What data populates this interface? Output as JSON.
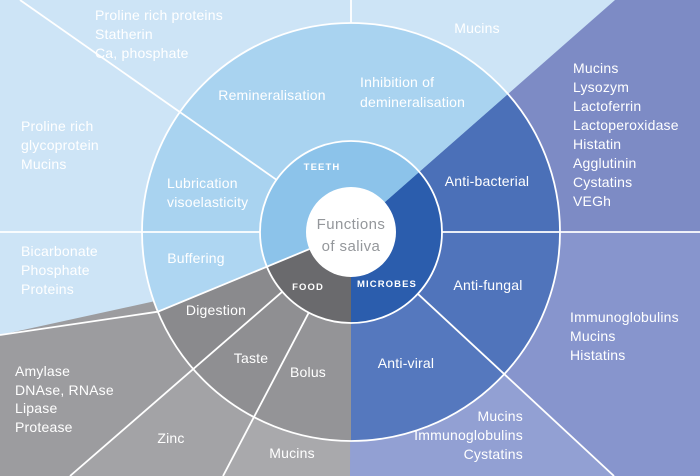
{
  "title": {
    "line1": "Functions",
    "line2": "of saliva"
  },
  "colors": {
    "bg_light_blue": "#cde4f6",
    "teeth_inner": "#8cc3ea",
    "teeth_ring": "#a9d3f0",
    "teeth_ring_buffering": "#aed6f2",
    "food_inner": "#6a6a6d",
    "food_ring_digestion": "#8a8a8d",
    "food_ring_taste": "#8f8f92",
    "food_ring_bolus": "#949497",
    "food_bg_enzymes": "#9c9c9f",
    "food_bg_zinc": "#a3a3a6",
    "food_bg_mucins": "#a9a9ac",
    "microbes_inner": "#2b5dad",
    "microbes_ring_antibacterial": "#4b70b8",
    "microbes_ring_antifungal": "#5074bb",
    "microbes_ring_antiviral": "#5578be",
    "microbes_bg_antibacterial": "#7d8bc5",
    "microbes_bg_antifungal": "#8795cd",
    "microbes_bg_antiviral": "#92a0d3",
    "center_text": "#94979b",
    "divider": "#ffffff"
  },
  "inner_sectors": {
    "teeth": "TEETH",
    "food": "FOOD",
    "microbes": "MICROBES"
  },
  "ring_segments": {
    "remineralisation": "Remineralisation",
    "inhibition": [
      "Inhibition of",
      "demineralisation"
    ],
    "lubrication": [
      "Lubrication",
      "visoelasticity"
    ],
    "buffering": "Buffering",
    "digestion": "Digestion",
    "taste": "Taste",
    "bolus": "Bolus",
    "anti_bacterial": "Anti-bacterial",
    "anti_fungal": "Anti-fungal",
    "anti_viral": "Anti-viral"
  },
  "outer_regions": {
    "teeth_top": [
      "Proline rich proteins",
      "Statherin",
      "Ca, phosphate"
    ],
    "teeth_left": [
      "Proline rich",
      "glycoprotein",
      "Mucins"
    ],
    "teeth_lower_left": [
      "Bicarbonate",
      "Phosphate",
      "Proteins"
    ],
    "teeth_mucins": "Mucins",
    "food_enzymes": [
      "Amylase",
      "DNAse, RNAse",
      "Lipase",
      "Protease"
    ],
    "food_zinc": "Zinc",
    "food_mucins": "Mucins",
    "microbes_antibacterial_list": [
      "Mucins",
      "Lysozym",
      "Lactoferrin",
      "Lactoperoxidase",
      "Histatin",
      "Agglutinin",
      "Cystatins",
      "VEGh"
    ],
    "microbes_antifungal_list": [
      "Immunoglobulins",
      "Mucins",
      "Histatins"
    ],
    "microbes_antiviral_list": [
      "Mucins",
      "Immunoglobulins",
      "Cystatins"
    ]
  }
}
